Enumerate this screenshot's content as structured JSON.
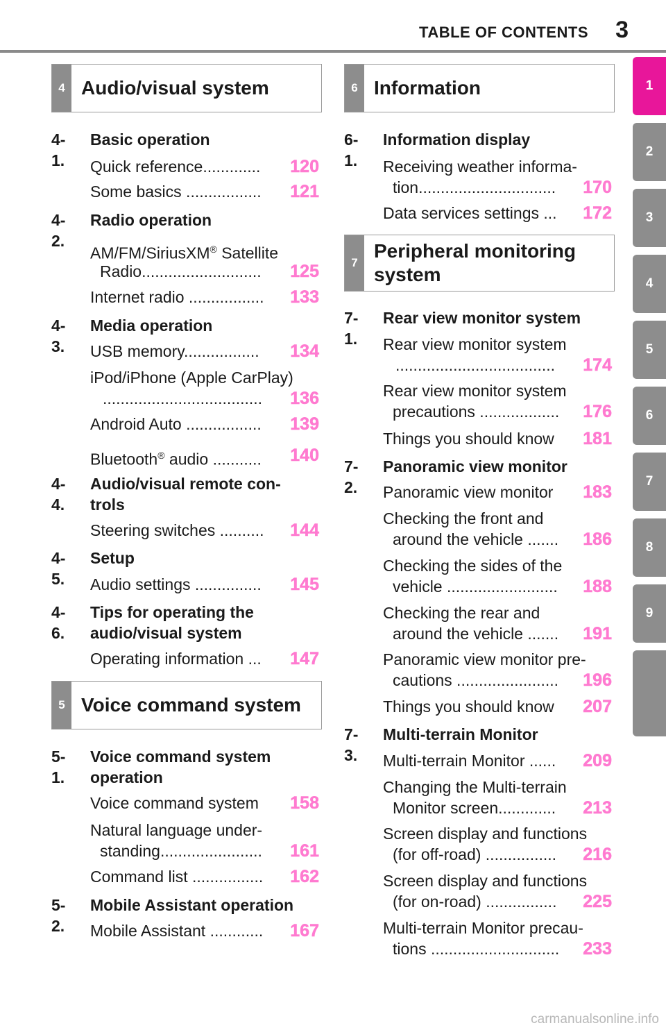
{
  "header": {
    "title": "TABLE OF CONTENTS",
    "page": "3"
  },
  "tabs": [
    "1",
    "2",
    "3",
    "4",
    "5",
    "6",
    "7",
    "8",
    "9"
  ],
  "sections": {
    "s4": {
      "num": "4",
      "title": "Audio/visual system"
    },
    "s5": {
      "num": "5",
      "title": "Voice command system"
    },
    "s6": {
      "num": "6",
      "title": "Information"
    },
    "s7": {
      "num": "7",
      "title_line1": "Peripheral monitoring",
      "title_line2": "system"
    }
  },
  "left": {
    "c41": {
      "num": "4-1.",
      "title": "Basic operation"
    },
    "i1": {
      "text": "Quick reference.............",
      "page": "120"
    },
    "i2": {
      "text": "Some basics .................",
      "page": "121"
    },
    "c42": {
      "num": "4-2.",
      "title": "Radio operation"
    },
    "i3": {
      "text1": "AM/FM/SiriusXM",
      "sup": "®",
      "text1b": " Satellite",
      "text2": "Radio...........................",
      "page": "125"
    },
    "i4": {
      "text": "Internet radio .................",
      "page": "133"
    },
    "c43": {
      "num": "4-3.",
      "title": "Media operation"
    },
    "i5": {
      "text": "USB memory.................",
      "page": "134"
    },
    "i6": {
      "text1": "iPod/iPhone (Apple CarPlay)",
      "text2": "....................................",
      "page": "136"
    },
    "i7": {
      "text": "Android Auto .................",
      "page": "139"
    },
    "i8": {
      "text": "Bluetooth",
      "sup": "®",
      "text2": " audio ...........",
      "page": "140"
    },
    "c44": {
      "num": "4-4.",
      "title1": "Audio/visual remote con-",
      "title2": "trols"
    },
    "i9": {
      "text": "Steering switches ..........",
      "page": "144"
    },
    "c45": {
      "num": "4-5.",
      "title": "Setup"
    },
    "i10": {
      "text": "Audio settings ...............",
      "page": "145"
    },
    "c46": {
      "num": "4-6.",
      "title1": "Tips for operating the",
      "title2": "audio/visual system"
    },
    "i11": {
      "text": "Operating information ...",
      "page": "147"
    },
    "c51": {
      "num": "5-1.",
      "title1": "Voice command system",
      "title2": "operation"
    },
    "i12": {
      "text": "Voice command system",
      "page": "158"
    },
    "i13": {
      "text1": "Natural language under-",
      "text2": "standing.......................",
      "page": "161"
    },
    "i14": {
      "text": "Command list ................",
      "page": "162"
    },
    "c52": {
      "num": "5-2.",
      "title": "Mobile Assistant operation"
    },
    "i15": {
      "text": "Mobile Assistant ............",
      "page": "167"
    }
  },
  "right": {
    "c61": {
      "num": "6-1.",
      "title": "Information display"
    },
    "r1": {
      "text1": "Receiving weather informa-",
      "text2": "tion...............................",
      "page": "170"
    },
    "r2": {
      "text": "Data services settings ...",
      "page": "172"
    },
    "c71": {
      "num": "7-1.",
      "title": "Rear view monitor system"
    },
    "r3": {
      "text1": "Rear view monitor system",
      "text2": "....................................",
      "page": "174"
    },
    "r4": {
      "text1": "Rear view monitor system",
      "text2": "precautions ..................",
      "page": "176"
    },
    "r5": {
      "text": "Things you should know",
      "page": "181"
    },
    "c72": {
      "num": "7-2.",
      "title": "Panoramic view monitor"
    },
    "r6": {
      "text": "Panoramic view monitor",
      "page": "183"
    },
    "r7": {
      "text1": "Checking the front and",
      "text2": "around the vehicle .......",
      "page": "186"
    },
    "r8": {
      "text1": "Checking the sides of the",
      "text2": "vehicle .........................",
      "page": "188"
    },
    "r9": {
      "text1": "Checking the rear and",
      "text2": "around the vehicle .......",
      "page": "191"
    },
    "r10": {
      "text1": "Panoramic view monitor pre-",
      "text2": "cautions .......................",
      "page": "196"
    },
    "r11": {
      "text": "Things you should know",
      "page": "207"
    },
    "c73": {
      "num": "7-3.",
      "title": "Multi-terrain Monitor"
    },
    "r12": {
      "text": "Multi-terrain Monitor ......",
      "page": "209"
    },
    "r13": {
      "text1": "Changing the Multi-terrain",
      "text2": "Monitor screen.............",
      "page": "213"
    },
    "r14": {
      "text1": "Screen display and functions",
      "text2": "(for off-road) ................",
      "page": "216"
    },
    "r15": {
      "text1": "Screen display and functions",
      "text2": "(for on-road) ................",
      "page": "225"
    },
    "r16": {
      "text1": "Multi-terrain Monitor precau-",
      "text2": "tions .............................",
      "page": "233"
    }
  },
  "watermark": "carmanualsonline.info"
}
